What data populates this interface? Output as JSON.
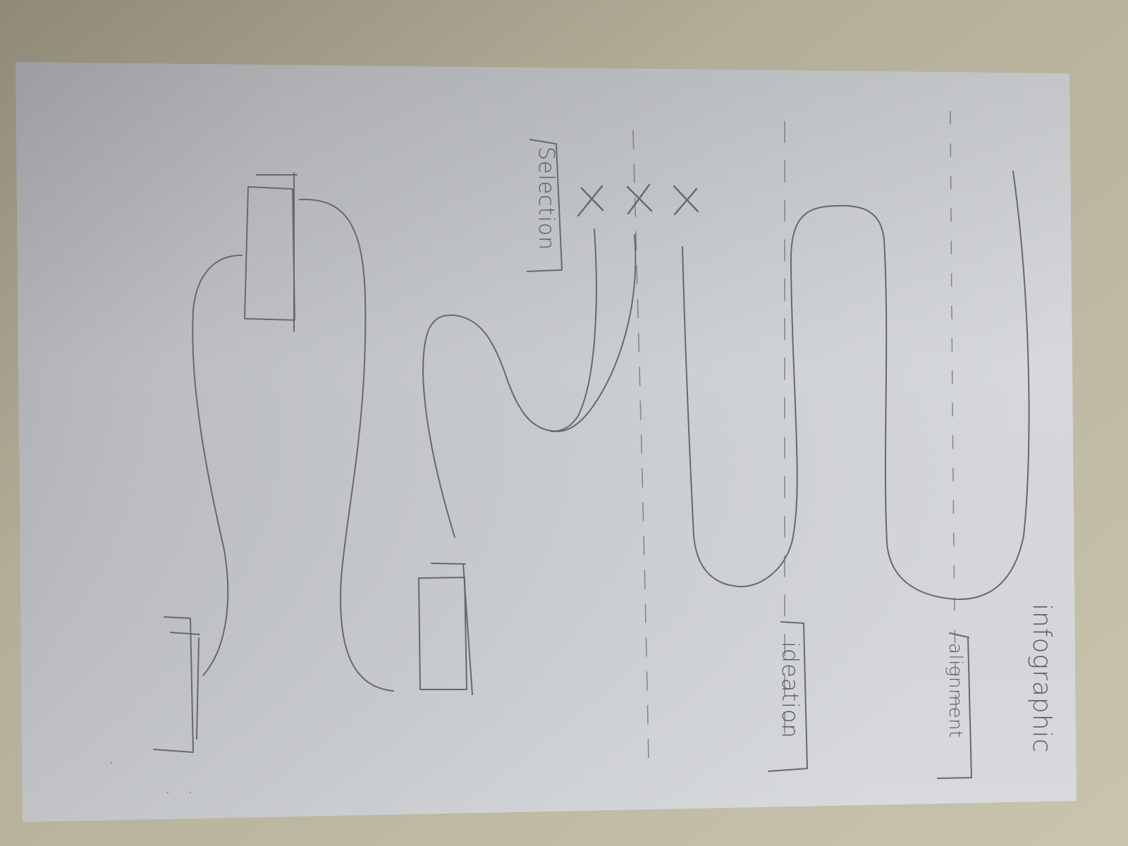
{
  "photo": {
    "desk_color": "#b8b49f",
    "paper_color": "#c8cacd",
    "ink_color": "#66686c"
  },
  "sketch": {
    "title": "infographic",
    "labels": {
      "alignment": "alignment",
      "ideation": "ideation",
      "selection": "Selection"
    },
    "cross_marks": [
      "X",
      "X",
      "X"
    ]
  }
}
